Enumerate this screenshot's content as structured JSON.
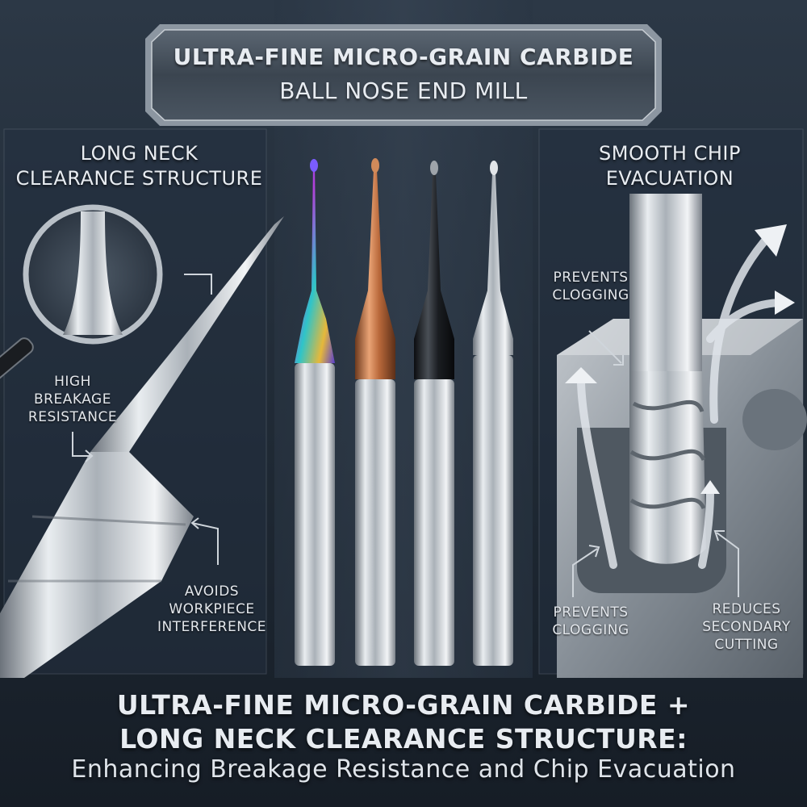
{
  "title": {
    "line1": "ULTRA-FINE MICRO-GRAIN CARBIDE",
    "line2": "BALL NOSE END MILL"
  },
  "left_panel": {
    "heading_line1": "LONG NECK",
    "heading_line2": "CLEARANCE STRUCTURE",
    "label_breakage_1": "HIGH",
    "label_breakage_2": "BREAKAGE",
    "label_breakage_3": "RESISTANCE",
    "label_avoids_1": "AVOIDS",
    "label_avoids_2": "WORKPIECE",
    "label_avoids_3": "INTERFERENCE"
  },
  "right_panel": {
    "heading_line1": "SMOOTH CHIP",
    "heading_line2": "EVACUATION",
    "label_clog_top_1": "PREVENTS",
    "label_clog_top_2": "CLOGGING",
    "label_clog_bottom_1": "PREVENTS",
    "label_clog_bottom_2": "CLOGGING",
    "label_reduces_1": "REDUCES",
    "label_reduces_2": "SECONDARY",
    "label_reduces_3": "CUTTING"
  },
  "bottom": {
    "line1": "ULTRA-FINE MICRO-GRAIN CARBIDE +",
    "line2": "LONG NECK CLEARANCE STRUCTURE:",
    "line3": "Enhancing Breakage Resistance and Chip Evacuation"
  },
  "tools": [
    {
      "name": "rainbow-coated-end-mill",
      "coating": "#7a5cff"
    },
    {
      "name": "bronze-coated-end-mill",
      "coating": "#c2703a"
    },
    {
      "name": "black-coated-end-mill",
      "coating": "#1c1f24"
    },
    {
      "name": "uncoated-end-mill",
      "coating": "#b9bfc6"
    }
  ]
}
